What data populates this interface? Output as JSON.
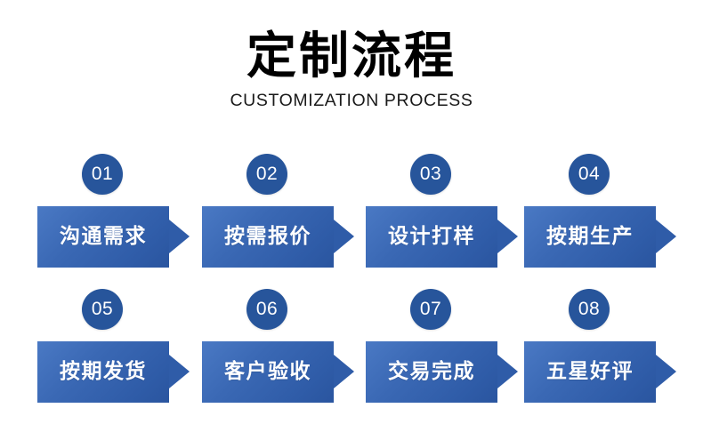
{
  "header": {
    "title_cn": "定制流程",
    "title_en": "CUSTOMIZATION PROCESS"
  },
  "colors": {
    "badge": "#27559b",
    "banner_light": "#4a79c4",
    "banner_dark": "#2a559f",
    "arrow": "#2f5ca8",
    "background": "#ffffff",
    "text_on_banner": "#ffffff",
    "title_text": "#000000"
  },
  "flow": {
    "rows": [
      {
        "steps": [
          {
            "number": "01",
            "label": "沟通需求"
          },
          {
            "number": "02",
            "label": "按需报价"
          },
          {
            "number": "03",
            "label": "设计打样"
          },
          {
            "number": "04",
            "label": "按期生产"
          }
        ]
      },
      {
        "steps": [
          {
            "number": "05",
            "label": "按期发货"
          },
          {
            "number": "06",
            "label": "客户验收"
          },
          {
            "number": "07",
            "label": "交易完成"
          },
          {
            "number": "08",
            "label": "五星好评"
          }
        ]
      }
    ]
  }
}
